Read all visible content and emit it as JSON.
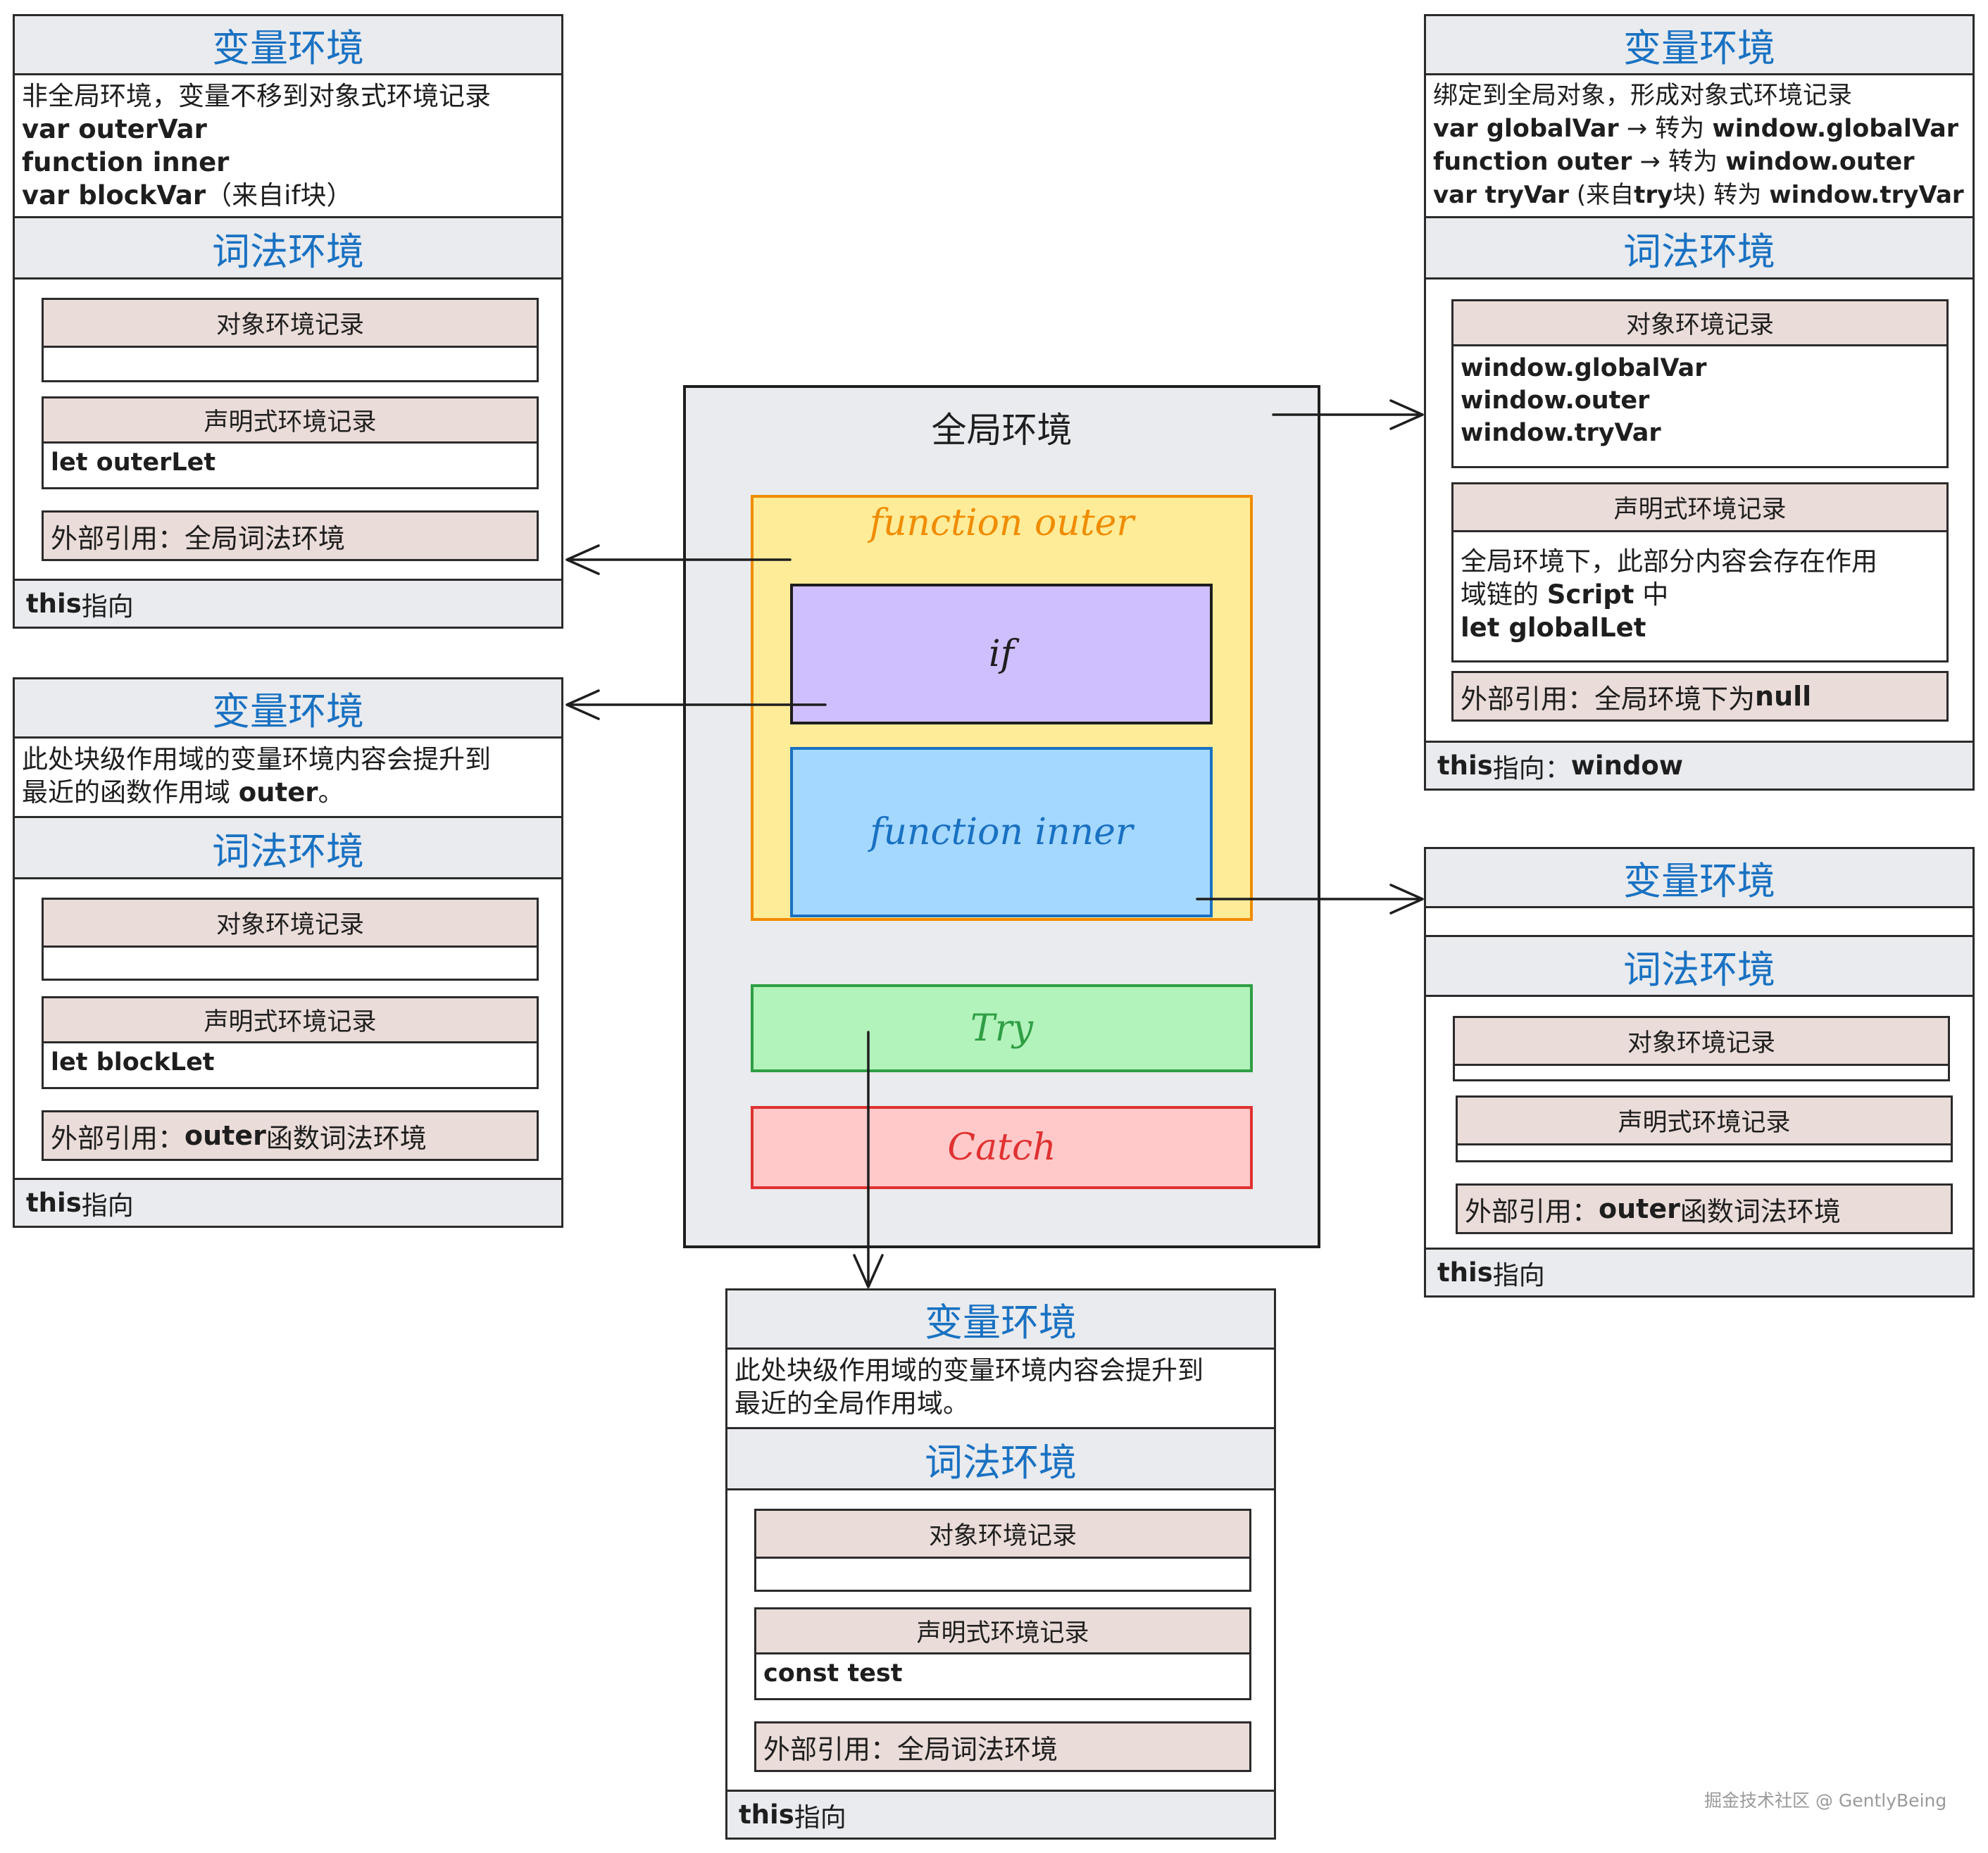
{
  "labels": {
    "var_env": "变量环境",
    "lex_env": "词法环境",
    "obj_record": "对象环境记录",
    "decl_record": "声明式环境记录",
    "this_bold": "this",
    "this_rest": " 指向"
  },
  "global_env": {
    "title": "全局环境",
    "function_outer": "function outer",
    "if": "if",
    "function_inner": "function inner",
    "try": "Try",
    "catch": "Catch"
  },
  "outer_panel": {
    "var_desc_line1": "非全局环境，变量不移到对象式环境记录",
    "var_items": [
      "var outerVar",
      "function inner"
    ],
    "block_var_bold": "var blockVar",
    "block_var_note": "（来自if块）",
    "decl_value": "let outerLet",
    "outer_ref": "外部引用：全局词法环境"
  },
  "if_panel": {
    "desc_line1": " 此处块级作用域的变量环境内容会提升到",
    "desc_line2_pre": "最近的函数作用域 ",
    "desc_line2_bold": "outer",
    "desc_line2_post": "。",
    "decl_value": "let blockLet",
    "outer_ref_pre": "外部引用：",
    "outer_ref_bold": "outer",
    "outer_ref_post": " 函数词法环境"
  },
  "global_panel": {
    "desc_line1": "绑定到全局对象，形成对象式环境记录",
    "row1_bold": "var globalVar",
    "row1_mid": "  → 转为 ",
    "row1_bold2": "window.globalVar",
    "row2_bold": "function outer",
    "row2_mid": " → 转为 ",
    "row2_bold2": "window.outer",
    "row3_bold": "var tryVar",
    "row3_mid": " (来自",
    "row3_bold_mid": "try",
    "row3_mid2": "块) 转为 ",
    "row3_bold2": "window.tryVar",
    "obj_values": [
      "window.globalVar",
      "window.outer",
      "window.tryVar"
    ],
    "decl_line1": "全局环境下，此部分内容会存在作用",
    "decl_line2_pre": "域链的 ",
    "decl_line2_bold": "Script",
    "decl_line2_post": " 中",
    "decl_line3": "let globalLet",
    "outer_ref_pre": "外部引用：全局环境下为 ",
    "outer_ref_bold": "null",
    "this_suffix": " 指向：",
    "this_value": "window"
  },
  "inner_panel": {
    "outer_ref_pre": "外部引用：",
    "outer_ref_bold": "outer",
    "outer_ref_post": " 函数词法环境"
  },
  "try_panel": {
    "desc_line1": " 此处块级作用域的变量环境内容会提升到",
    "desc_line2": "最近的全局作用域。",
    "decl_value": "const test",
    "outer_ref": "外部引用：全局词法环境"
  },
  "watermark": "掘金技术社区 @ GentlyBeing",
  "colors": {
    "outer_fill": "#ffec99",
    "outer_stroke": "#f08c00",
    "if_fill": "#d0bfff",
    "inner_fill": "#a5d8ff",
    "inner_text": "#1971c2",
    "try_fill": "#b2f2bb",
    "try_stroke": "#2f9e44",
    "catch_fill": "#ffc9c9",
    "catch_stroke": "#e03131",
    "title_blue": "#1971c2",
    "record_fill": "#eadcd8",
    "panel_gray": "#e9ebee"
  }
}
